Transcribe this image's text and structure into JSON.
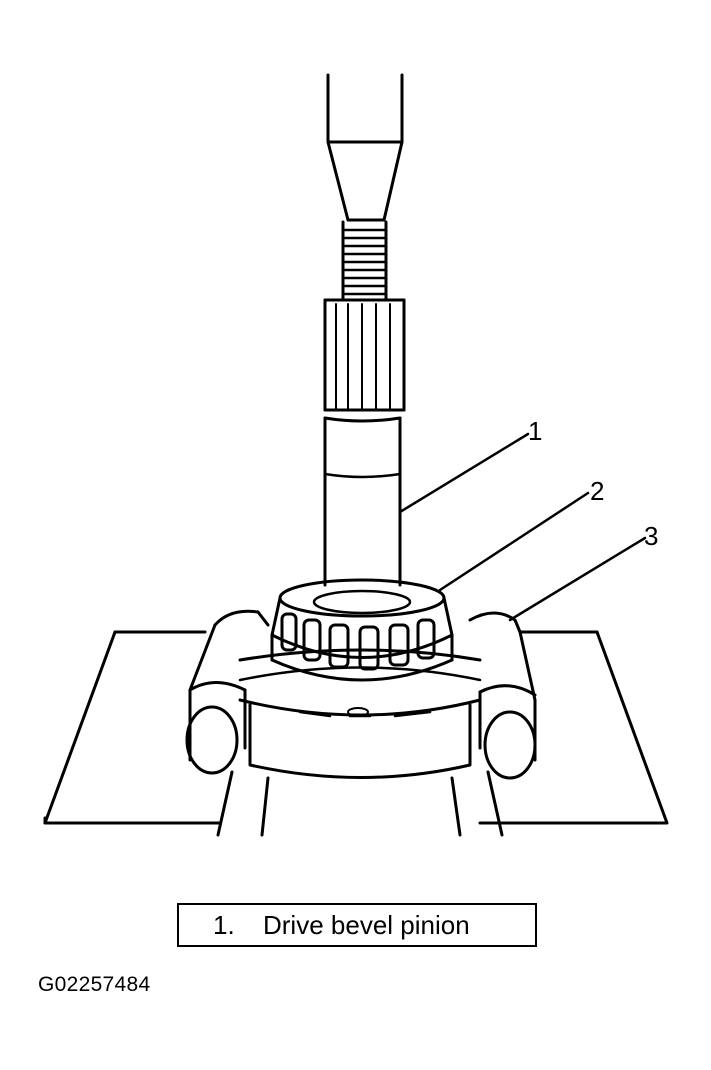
{
  "callouts": [
    {
      "number": "1"
    },
    {
      "number": "2"
    },
    {
      "number": "3"
    }
  ],
  "legend": [
    {
      "number": "1.",
      "label": "Drive bevel pinion"
    }
  ],
  "figure_id": "G02257484",
  "colors": {
    "line": "#000000",
    "background": "#ffffff"
  }
}
